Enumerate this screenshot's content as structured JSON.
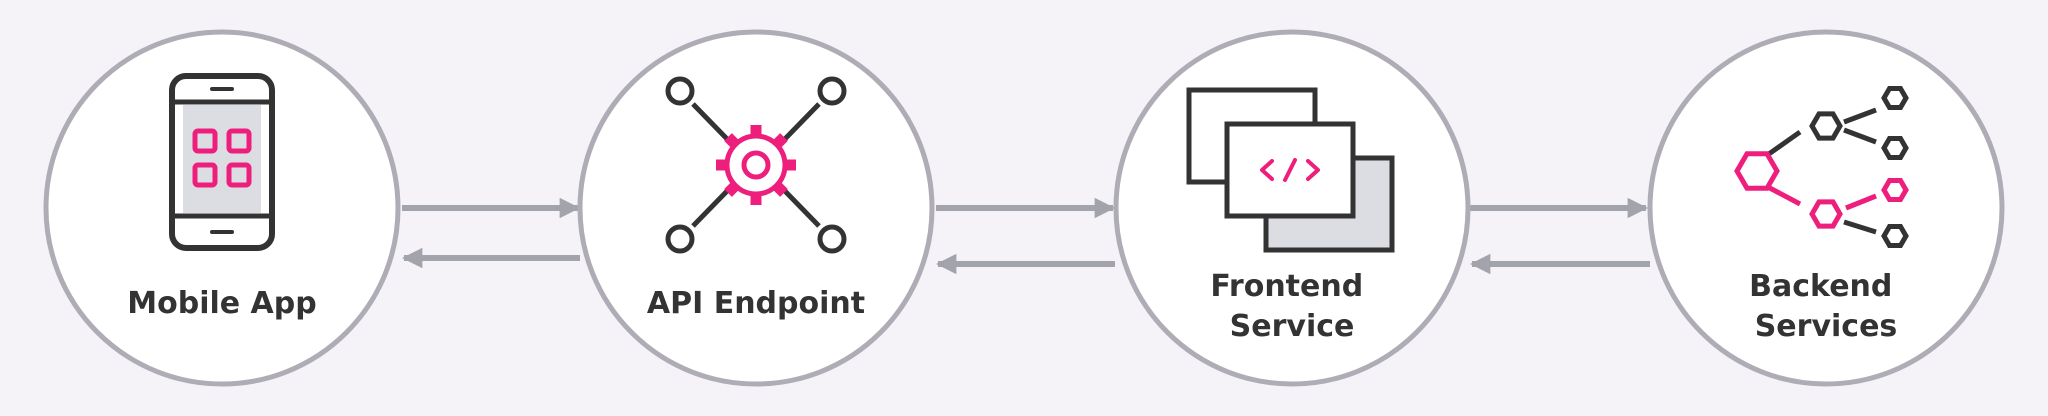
{
  "diagram": {
    "colors": {
      "background": "#f5f3f8",
      "node_fill": "#ffffff",
      "node_border": "#aeadb5",
      "icon_dark": "#333333",
      "icon_accent": "#ee1f7c",
      "arrow": "#a3a3ab",
      "window_shade": "#dcdde2"
    },
    "nodes": [
      {
        "id": "mobile-app",
        "label_lines": [
          "Mobile App"
        ],
        "icon": "smartphone-icon"
      },
      {
        "id": "api-endpoint",
        "label_lines": [
          "API Endpoint"
        ],
        "icon": "gear-network-icon"
      },
      {
        "id": "frontend-service",
        "label_lines": [
          "Frontend",
          "Service"
        ],
        "icon": "code-windows-icon"
      },
      {
        "id": "backend-services",
        "label_lines": [
          "Backend",
          "Services"
        ],
        "icon": "hexagon-graph-icon"
      }
    ],
    "connections": [
      {
        "from": "mobile-app",
        "to": "api-endpoint",
        "bidirectional": true
      },
      {
        "from": "api-endpoint",
        "to": "frontend-service",
        "bidirectional": true
      },
      {
        "from": "frontend-service",
        "to": "backend-services",
        "bidirectional": true
      }
    ]
  }
}
